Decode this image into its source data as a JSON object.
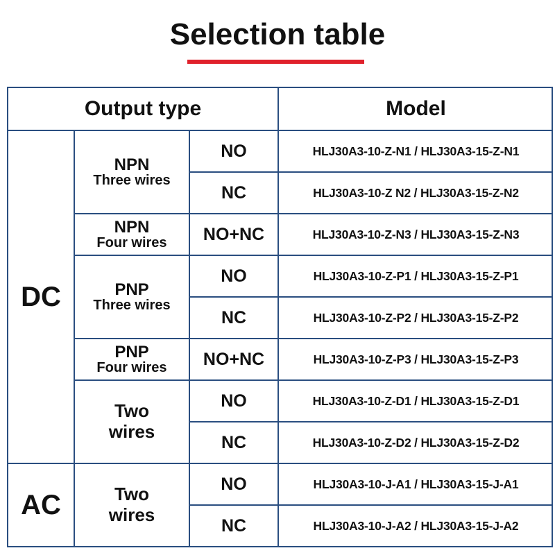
{
  "title": "Selection table",
  "colors": {
    "accent": "#e0212b",
    "border": "#2a4e80"
  },
  "header": {
    "output_type": "Output type",
    "model": "Model"
  },
  "supply": {
    "dc": "DC",
    "ac": "AC"
  },
  "groups": [
    {
      "line1": "NPN",
      "line2": "Three wires"
    },
    {
      "line1": "NPN",
      "line2": "Four wires"
    },
    {
      "line1": "PNP",
      "line2": "Three wires"
    },
    {
      "line1": "PNP",
      "line2": "Four wires"
    },
    {
      "line1": "Two",
      "line2": "wires"
    },
    {
      "line1": "Two",
      "line2": "wires"
    }
  ],
  "rows": [
    {
      "output": "NO",
      "model": "HLJ30A3-10-Z-N1 / HLJ30A3-15-Z-N1"
    },
    {
      "output": "NC",
      "model": "HLJ30A3-10-Z N2 / HLJ30A3-15-Z-N2"
    },
    {
      "output": "NO+NC",
      "model": "HLJ30A3-10-Z-N3 / HLJ30A3-15-Z-N3"
    },
    {
      "output": "NO",
      "model": "HLJ30A3-10-Z-P1 / HLJ30A3-15-Z-P1"
    },
    {
      "output": "NC",
      "model": "HLJ30A3-10-Z-P2 / HLJ30A3-15-Z-P2"
    },
    {
      "output": "NO+NC",
      "model": "HLJ30A3-10-Z-P3 / HLJ30A3-15-Z-P3"
    },
    {
      "output": "NO",
      "model": "HLJ30A3-10-Z-D1 / HLJ30A3-15-Z-D1"
    },
    {
      "output": "NC",
      "model": "HLJ30A3-10-Z-D2 / HLJ30A3-15-Z-D2"
    },
    {
      "output": "NO",
      "model": "HLJ30A3-10-J-A1 / HLJ30A3-15-J-A1"
    },
    {
      "output": "NC",
      "model": "HLJ30A3-10-J-A2 / HLJ30A3-15-J-A2"
    }
  ]
}
